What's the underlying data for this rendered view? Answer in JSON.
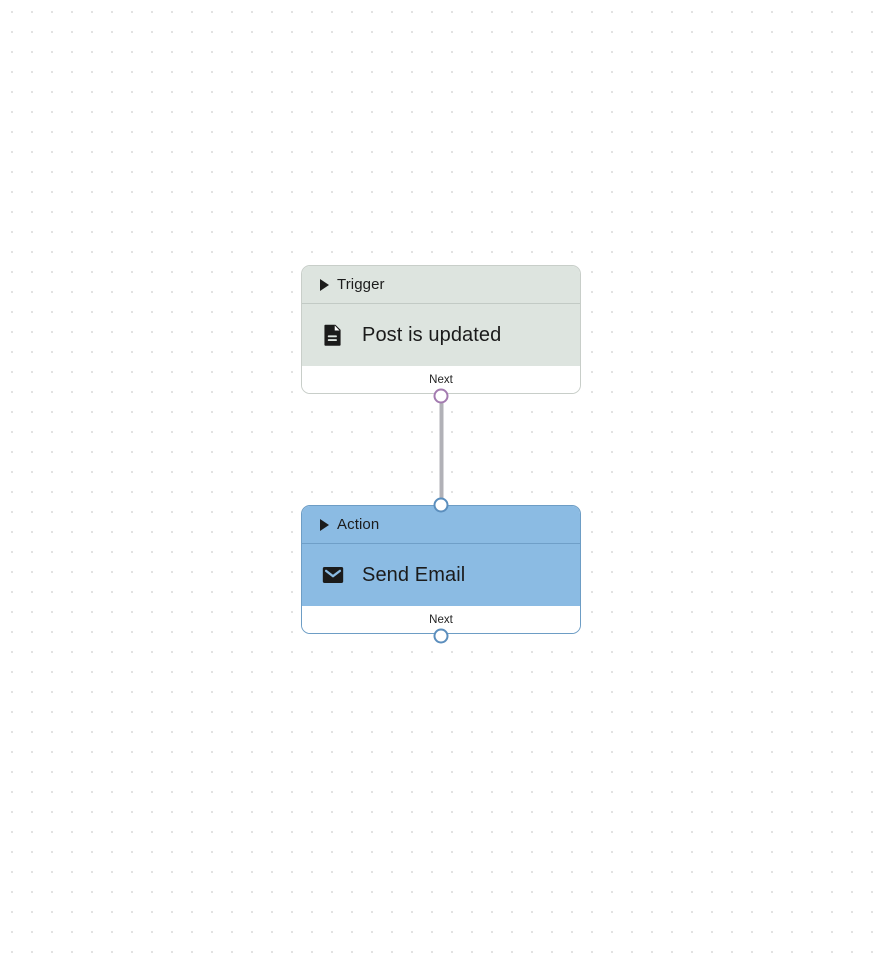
{
  "canvas": {
    "background_color": "#ffffff",
    "dot_color": "#e0e0e0",
    "dot_spacing": "20"
  },
  "nodes": [
    {
      "id": "trigger",
      "header_label": "Trigger",
      "title": "Post is updated",
      "footer_label": "Next",
      "icon": "document-icon",
      "header_color": "#dde4df",
      "body_color": "#dde4df",
      "border_color": "#c8cec9",
      "handle_color": "#a37bb0"
    },
    {
      "id": "action",
      "header_label": "Action",
      "title": "Send Email",
      "footer_label": "Next",
      "icon": "envelope-icon",
      "header_color": "#8bbbe3",
      "body_color": "#8bbbe3",
      "border_color": "#6d9dc5",
      "handle_color": "#5b8ebd"
    }
  ],
  "edge": {
    "color": "#b1b1b7",
    "from": "trigger",
    "to": "action"
  }
}
